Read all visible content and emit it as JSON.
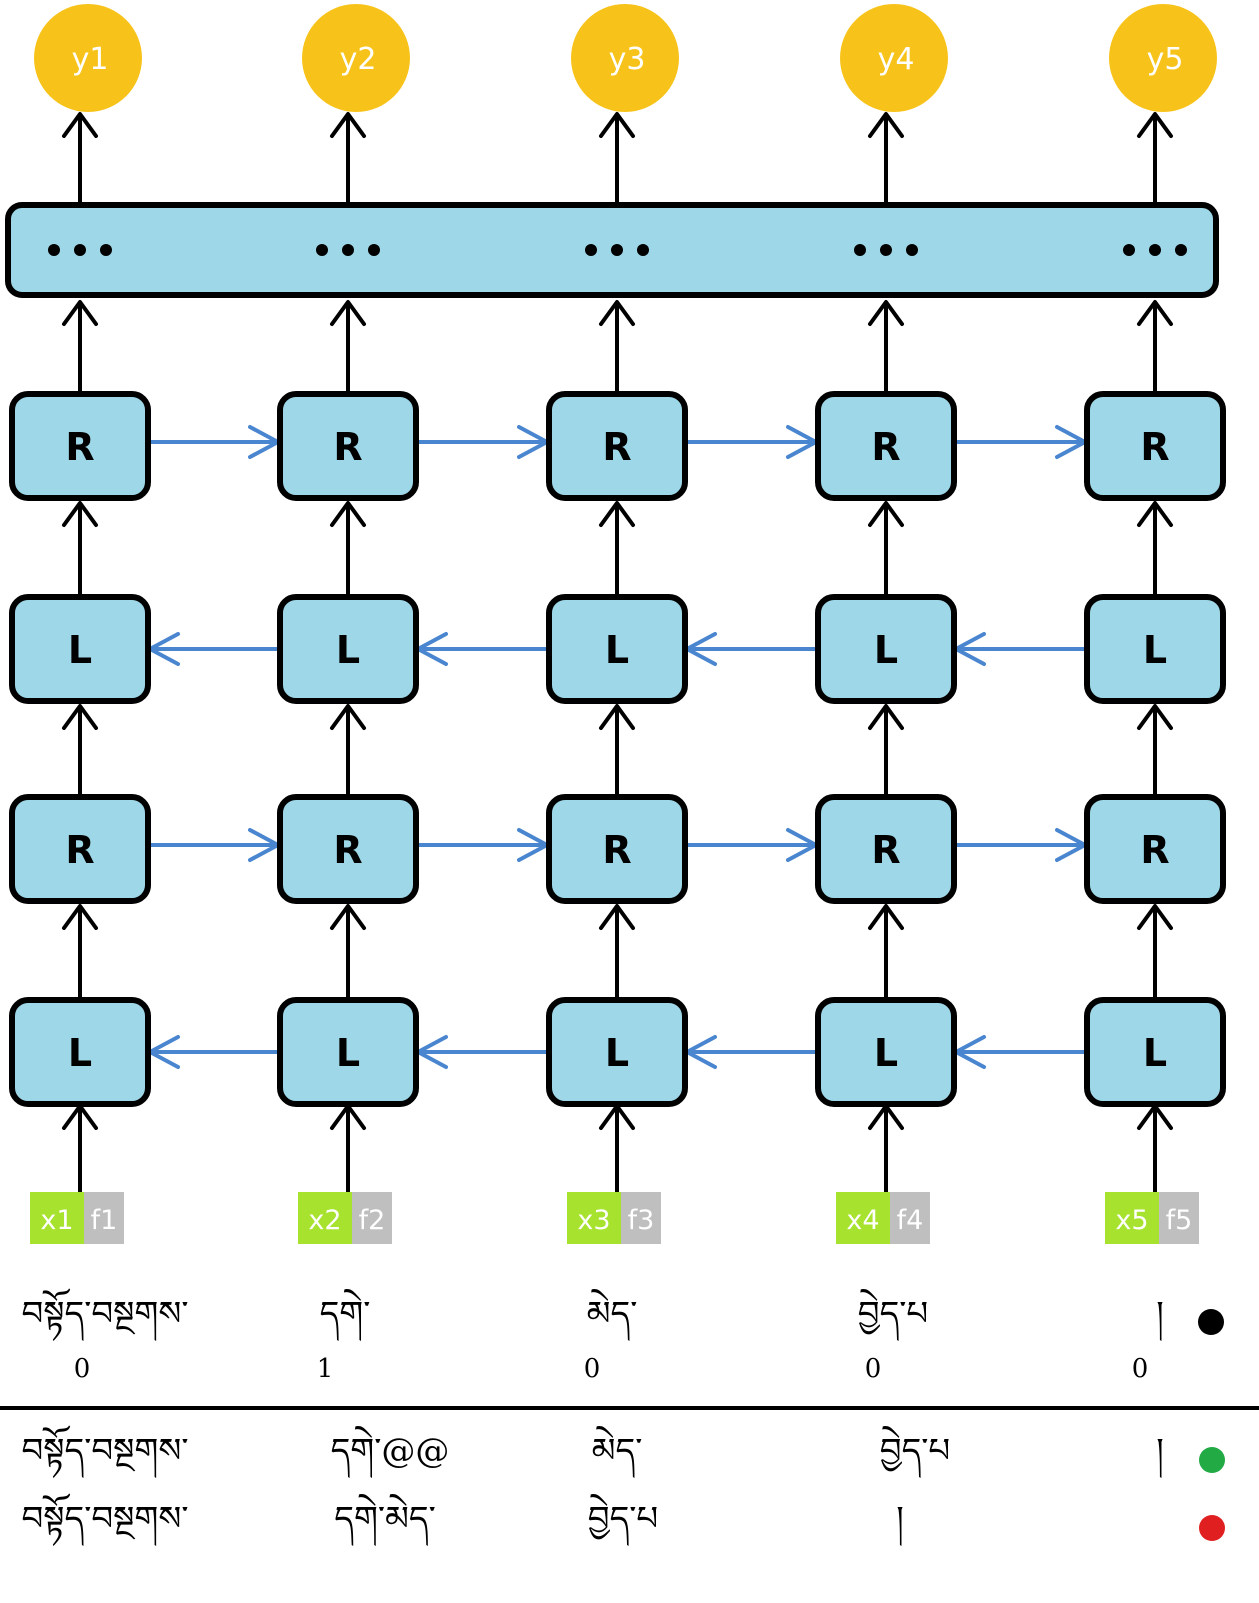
{
  "colors": {
    "cell_fill": "#9ed8e8",
    "output_fill": "#f7c31a",
    "x_fill": "#a6e22e",
    "f_fill": "#bfbfbf",
    "recurrent_arrow": "#4a86d0",
    "dot_green": "#22aa44",
    "dot_red": "#e02020",
    "dot_black": "#000000"
  },
  "outputs": [
    "y1",
    "y2",
    "y3",
    "y4",
    "y5"
  ],
  "top_layer_dots": "●●●",
  "layers": [
    {
      "label": "R",
      "direction": "right"
    },
    {
      "label": "L",
      "direction": "left"
    },
    {
      "label": "R",
      "direction": "right"
    },
    {
      "label": "L",
      "direction": "left"
    }
  ],
  "inputs": [
    {
      "x": "x1",
      "f": "f1"
    },
    {
      "x": "x2",
      "f": "f2"
    },
    {
      "x": "x3",
      "f": "f3"
    },
    {
      "x": "x4",
      "f": "f4"
    },
    {
      "x": "x5",
      "f": "f5"
    }
  ],
  "example": {
    "tokens": [
      "བསྟོད་བསྔགས་",
      "དགེ་",
      "མེད་",
      "བྱེད་པ",
      "།"
    ],
    "labels": [
      "0",
      "1",
      "0",
      "0",
      "0"
    ],
    "marker": "black"
  },
  "outputs_compare": [
    {
      "tokens": [
        "བསྟོད་བསྔགས་",
        "དགེ་@@",
        "མེད་",
        "བྱེད་པ",
        "།"
      ],
      "marker": "green"
    },
    {
      "tokens": [
        "བསྟོད་བསྔགས་",
        "དགེ་མེད་",
        "བྱེད་པ",
        "།",
        ""
      ],
      "marker": "red"
    }
  ]
}
